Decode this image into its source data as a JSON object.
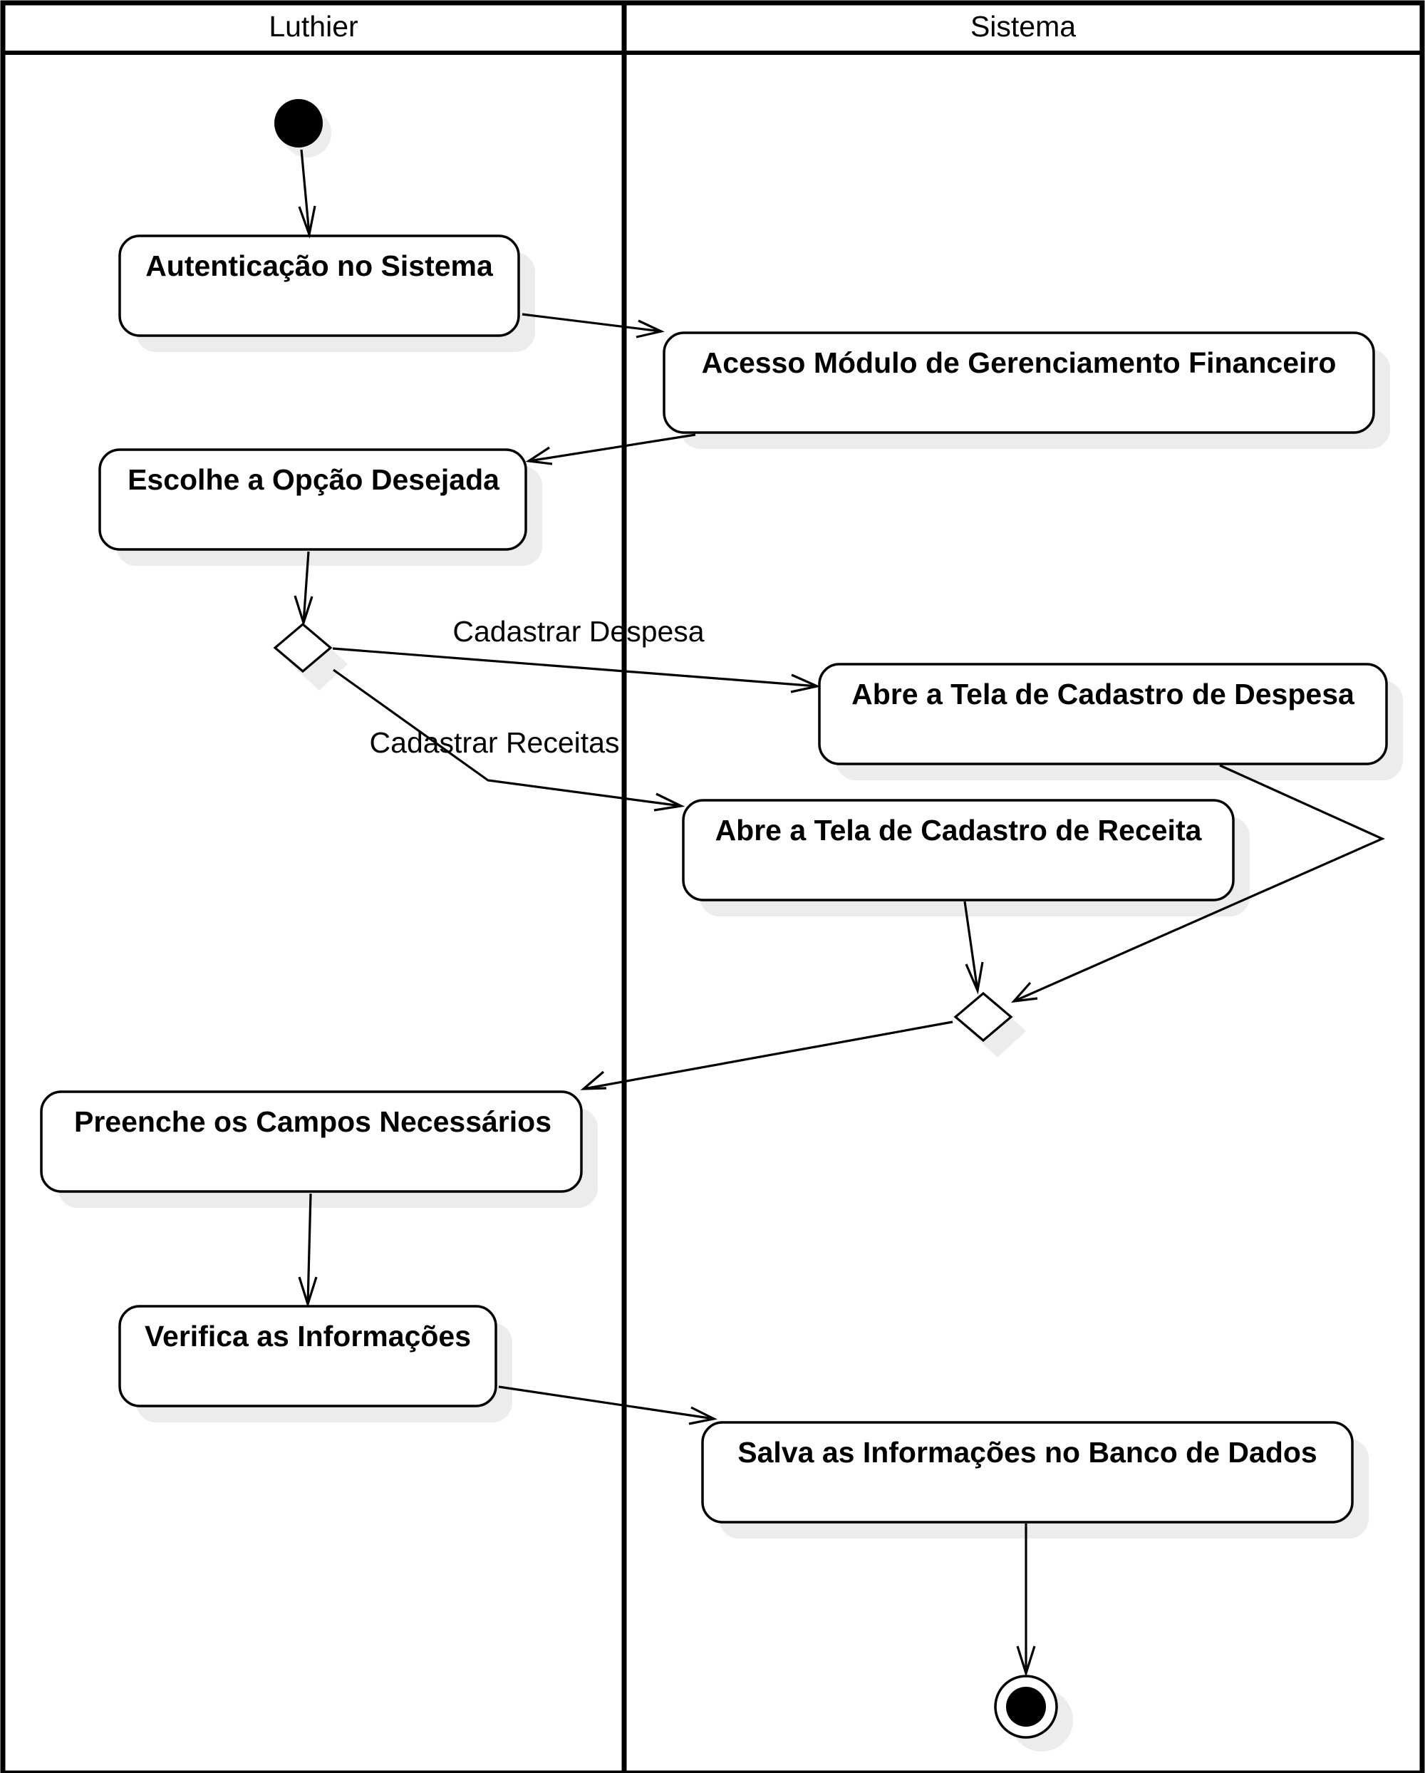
{
  "lanes": [
    {
      "name": "Luthier"
    },
    {
      "name": "Sistema"
    }
  ],
  "actions": {
    "autenticacao": "Autenticação no Sistema",
    "acesso_modulo": "Acesso Módulo de Gerenciamento Financeiro",
    "escolhe_opcao": "Escolhe a Opção Desejada",
    "tela_despesa": "Abre a Tela de Cadastro de Despesa",
    "tela_receita": "Abre a Tela de Cadastro de Receita",
    "preenche_campos": "Preenche os Campos Necessários",
    "verifica_info": "Verifica as Informações",
    "salva_info": "Salva as Informações no Banco de Dados"
  },
  "guards": {
    "cadastrar_despesa": "Cadastrar Despesa",
    "cadastrar_receitas": "Cadastrar Receitas"
  }
}
